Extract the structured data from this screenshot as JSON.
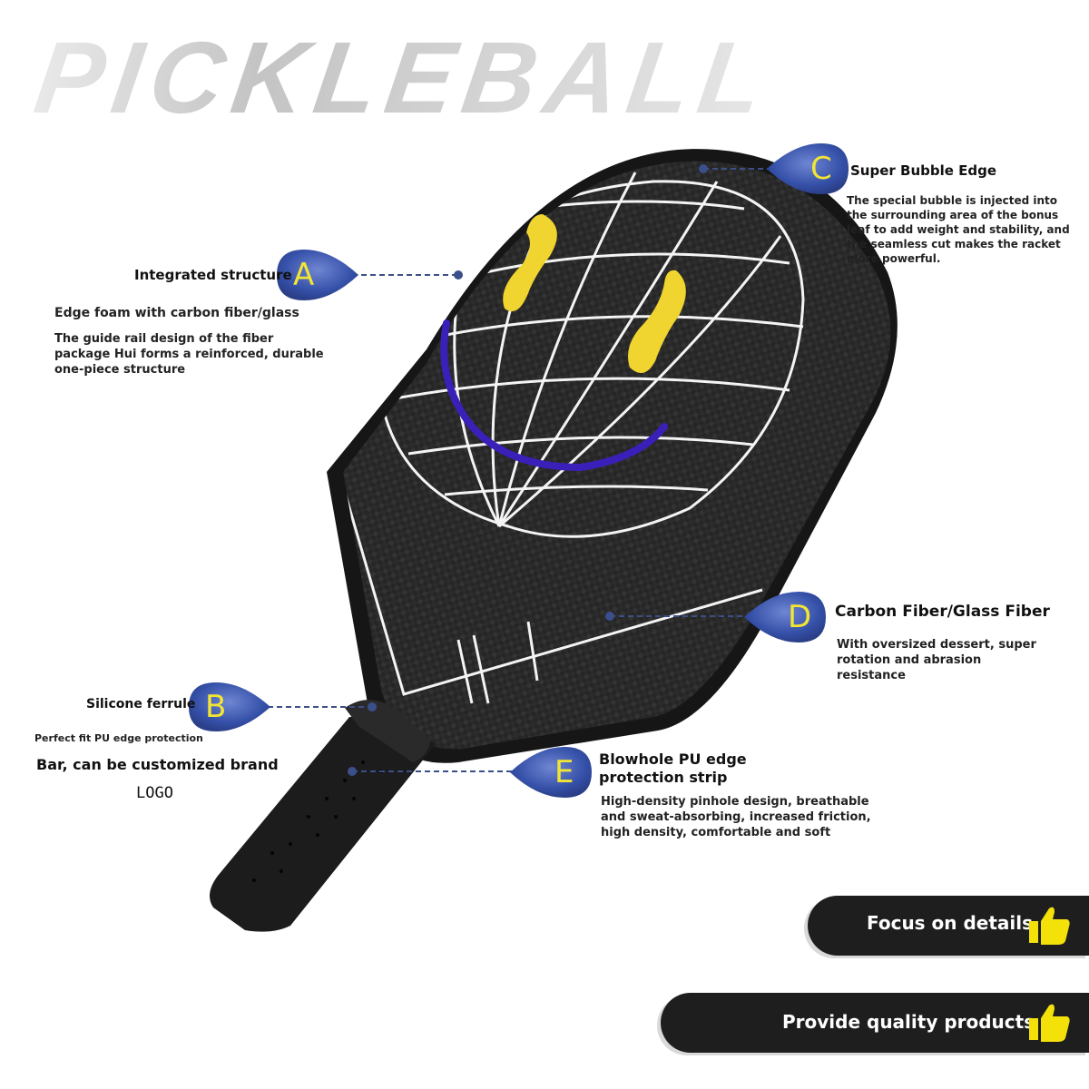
{
  "title": "PICKLEBALL",
  "features": {
    "a": {
      "letter": "A",
      "title": "Integrated structure",
      "sub": "Edge foam with carbon fiber/glass",
      "desc": "The guide rail design of the fiber package Hui forms a reinforced, durable one-piece structure"
    },
    "b": {
      "letter": "B",
      "title": "Silicone ferrule",
      "sub": "Perfect fit PU edge protection",
      "desc": "Bar, can be customized brand",
      "logo": "LOGO"
    },
    "c": {
      "letter": "C",
      "title": "Super Bubble Edge",
      "desc": "The special bubble is injected into the surrounding area of the bonus leaf to add weight and stability, and the seamless cut makes the racket more powerful."
    },
    "d": {
      "letter": "D",
      "title": "Carbon Fiber/Glass Fiber",
      "desc": "With oversized dessert, super rotation and abrasion resistance"
    },
    "e": {
      "letter": "E",
      "title": "Blowhole PU edge protection strip",
      "desc": "High-density pinhole design, breathable and sweat-absorbing, increased friction, high density, comfortable and soft"
    }
  },
  "banners": {
    "details": "Focus on details",
    "quality": "Provide quality products"
  },
  "colors": {
    "badge": "#3f5bb0",
    "badge_letter": "#f2e533",
    "smile_eyes": "#f0d430",
    "smile_mouth": "#3a1fb8",
    "banner": "#1e1e1e",
    "thumb": "#f5e10a"
  },
  "icons": [
    "thumbs-up-icon",
    "thumbs-up-icon"
  ]
}
